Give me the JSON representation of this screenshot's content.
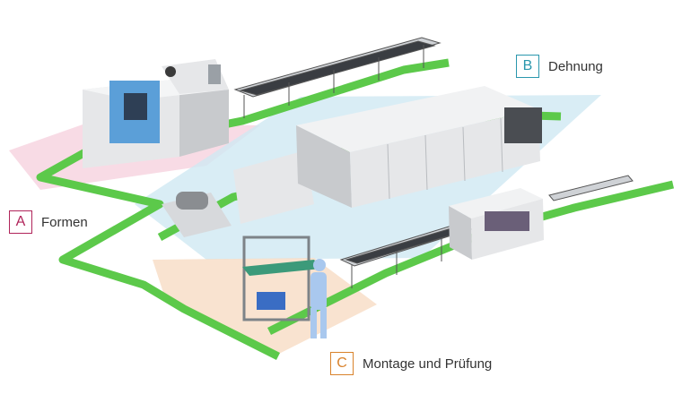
{
  "zones": {
    "a": {
      "letter": "A",
      "label": "Formen",
      "color": "#b0245a",
      "tint": "#f6cfdc"
    },
    "b": {
      "letter": "B",
      "label": "Dehnung",
      "color": "#2a97ad",
      "tint": "#cfe9f3"
    },
    "c": {
      "letter": "C",
      "label": "Montage und Prüfung",
      "color": "#d9822b",
      "tint": "#f8dcc4"
    }
  },
  "colors": {
    "floor_track": "#5cc94a",
    "machine_body": "#e6e7e9",
    "machine_shade": "#c8cacd",
    "accent_panel": "#5b9fd8",
    "worker": "#a9c8ee"
  },
  "icons": [
    "injection-molding-machine-icon",
    "conveyor-icon",
    "stretching-oven-icon",
    "inspection-station-icon",
    "workbench-icon",
    "worker-icon"
  ]
}
